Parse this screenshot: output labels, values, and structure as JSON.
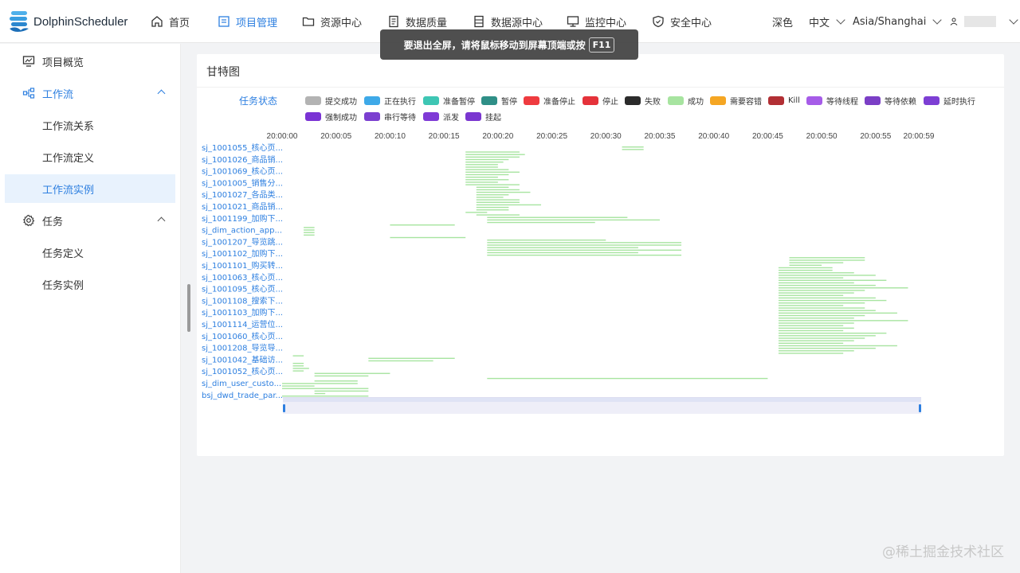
{
  "app": {
    "name": "DolphinScheduler"
  },
  "nav": [
    {
      "label": "首页",
      "icon": "home-icon",
      "active": false
    },
    {
      "label": "项目管理",
      "icon": "project-icon",
      "active": true
    },
    {
      "label": "资源中心",
      "icon": "folder-icon",
      "active": false
    },
    {
      "label": "数据质量",
      "icon": "document-icon",
      "active": false
    },
    {
      "label": "数据源中心",
      "icon": "database-icon",
      "active": false
    },
    {
      "label": "监控中心",
      "icon": "monitor-icon",
      "active": false
    },
    {
      "label": "安全中心",
      "icon": "shield-icon",
      "active": false
    }
  ],
  "topright": {
    "theme": "深色",
    "language": "中文",
    "timezone": "Asia/Shanghai"
  },
  "sidebar": {
    "items": [
      {
        "label": "项目概览",
        "icon": "chart-monitor-icon"
      },
      {
        "label": "工作流",
        "icon": "workflow-icon",
        "expanded": true
      },
      {
        "label": "工作流关系"
      },
      {
        "label": "工作流定义"
      },
      {
        "label": "工作流实例",
        "selected": true
      },
      {
        "label": "任务",
        "icon": "gear-icon",
        "expanded": true
      },
      {
        "label": "任务定义"
      },
      {
        "label": "任务实例"
      }
    ]
  },
  "card": {
    "title": "甘特图"
  },
  "toast": {
    "text": "要退出全屏，请将鼠标移动到屏幕顶端或按",
    "key": "F11"
  },
  "watermark": "@稀土掘金技术社区",
  "legend": {
    "title": "任务状态",
    "items": [
      {
        "label": "提交成功",
        "color": "#b3b3b3"
      },
      {
        "label": "正在执行",
        "color": "#3ea9e8"
      },
      {
        "label": "准备暂停",
        "color": "#3ec6b4"
      },
      {
        "label": "暂停",
        "color": "#2f8f87"
      },
      {
        "label": "准备停止",
        "color": "#ef3b3f"
      },
      {
        "label": "停止",
        "color": "#e5323a"
      },
      {
        "label": "失败",
        "color": "#2b2b2b"
      },
      {
        "label": "成功",
        "color": "#a7e4a0"
      },
      {
        "label": "需要容错",
        "color": "#f5a623"
      },
      {
        "label": "Kill",
        "color": "#b22f34"
      },
      {
        "label": "等待线程",
        "color": "#a65ce8"
      },
      {
        "label": "等待依赖",
        "color": "#7b3fc6"
      },
      {
        "label": "延时执行",
        "color": "#7d3fd4"
      },
      {
        "label": "强制成功",
        "color": "#7a33d4"
      },
      {
        "label": "串行等待",
        "color": "#7b3fd0"
      },
      {
        "label": "派发",
        "color": "#7f3ad6"
      },
      {
        "label": "挂起",
        "color": "#7a36d0"
      }
    ]
  },
  "chart_data": {
    "type": "gantt",
    "x_ticks": [
      "20:00:00",
      "20:00:05",
      "20:00:10",
      "20:00:15",
      "20:00:20",
      "20:00:25",
      "20:00:30",
      "20:00:35",
      "20:00:40",
      "20:00:45",
      "20:00:50",
      "20:00:55",
      "20:00:59"
    ],
    "x_tick_seconds": [
      0,
      5,
      10,
      15,
      20,
      25,
      30,
      35,
      40,
      45,
      50,
      55,
      59
    ],
    "xlim": [
      0,
      59
    ],
    "rows": [
      "sj_1001055_核心页...",
      "sj_1001026_商品销...",
      "sj_1001069_核心页...",
      "sj_1001005_销售分...",
      "sj_1001027_各品类...",
      "sj_1001021_商品销...",
      "sj_1001199_加购下...",
      "sj_dim_action_app...",
      "sj_1001207_导览跳...",
      "sj_1001102_加购下...",
      "sj_1001101_购买转...",
      "sj_1001063_核心页...",
      "sj_1001095_核心页...",
      "sj_1001108_搜索下...",
      "sj_1001103_加购下...",
      "sj_1001114_运营位...",
      "sj_1001060_核心页...",
      "sj_1001208_导览导...",
      "sj_1001042_基础访...",
      "sj_1001052_核心页...",
      "sj_dim_user_custo...",
      "bsj_dwd_trade_par..."
    ],
    "task_state": "成功",
    "bars": [
      [
        31.5,
        33.5
      ],
      [
        31.5,
        33.5
      ],
      [
        17,
        22
      ],
      [
        17,
        22.5
      ],
      [
        17,
        22
      ],
      [
        17,
        21
      ],
      [
        17,
        20.5
      ],
      [
        17,
        20
      ],
      [
        17,
        20
      ],
      [
        17,
        21
      ],
      [
        17,
        22
      ],
      [
        17,
        21
      ],
      [
        17,
        20
      ],
      [
        17,
        21
      ],
      [
        17,
        20
      ],
      [
        17,
        22
      ],
      [
        18,
        21
      ],
      [
        18,
        22
      ],
      [
        18,
        23
      ],
      [
        18,
        21
      ],
      [
        18,
        20.5
      ],
      [
        18,
        22
      ],
      [
        18,
        22
      ],
      [
        18,
        24
      ],
      [
        18,
        21
      ],
      [
        18,
        21
      ],
      [
        17,
        19
      ],
      [
        18,
        22
      ],
      [
        19,
        32
      ],
      [
        19,
        35
      ],
      [
        19,
        29
      ],
      [
        10,
        16
      ],
      [
        2,
        3
      ],
      [
        2,
        3
      ],
      [
        2,
        3
      ],
      [
        2,
        3
      ],
      [
        10,
        17
      ],
      [
        19,
        30
      ],
      [
        19,
        37
      ],
      [
        19,
        37
      ],
      [
        19,
        33
      ],
      [
        19,
        37
      ],
      [
        19,
        33
      ],
      [
        19,
        37
      ],
      [
        47,
        54
      ],
      [
        47,
        54
      ],
      [
        47,
        52
      ],
      [
        47,
        50
      ],
      [
        46,
        51
      ],
      [
        46,
        51
      ],
      [
        46,
        53
      ],
      [
        46,
        55
      ],
      [
        46,
        52
      ],
      [
        46,
        56
      ],
      [
        46,
        53
      ],
      [
        46,
        55
      ],
      [
        46,
        58
      ],
      [
        46,
        54
      ],
      [
        46,
        53
      ],
      [
        46,
        52
      ],
      [
        46,
        55
      ],
      [
        46,
        56
      ],
      [
        46,
        54
      ],
      [
        46,
        52
      ],
      [
        46,
        54
      ],
      [
        46,
        55
      ],
      [
        46,
        57
      ],
      [
        46,
        54
      ],
      [
        46,
        53
      ],
      [
        46,
        58
      ],
      [
        46,
        53
      ],
      [
        46,
        52
      ],
      [
        46,
        53
      ],
      [
        46,
        52
      ],
      [
        46,
        56
      ],
      [
        46,
        55
      ],
      [
        46,
        54
      ],
      [
        46,
        53
      ],
      [
        46,
        52
      ],
      [
        46,
        57
      ],
      [
        46,
        55
      ],
      [
        46,
        53
      ],
      [
        46,
        52
      ],
      [
        1,
        2
      ],
      [
        8,
        16
      ],
      [
        8,
        14
      ],
      [
        1,
        2
      ],
      [
        1,
        2
      ],
      [
        1,
        2.5
      ],
      [
        1,
        2
      ],
      [
        3,
        10
      ],
      [
        3,
        8
      ],
      [
        19,
        45
      ],
      [
        3,
        7
      ],
      [
        0,
        7
      ],
      [
        0,
        3
      ],
      [
        0,
        8
      ],
      [
        3,
        8
      ],
      [
        3,
        4
      ],
      [
        0,
        8
      ]
    ]
  }
}
